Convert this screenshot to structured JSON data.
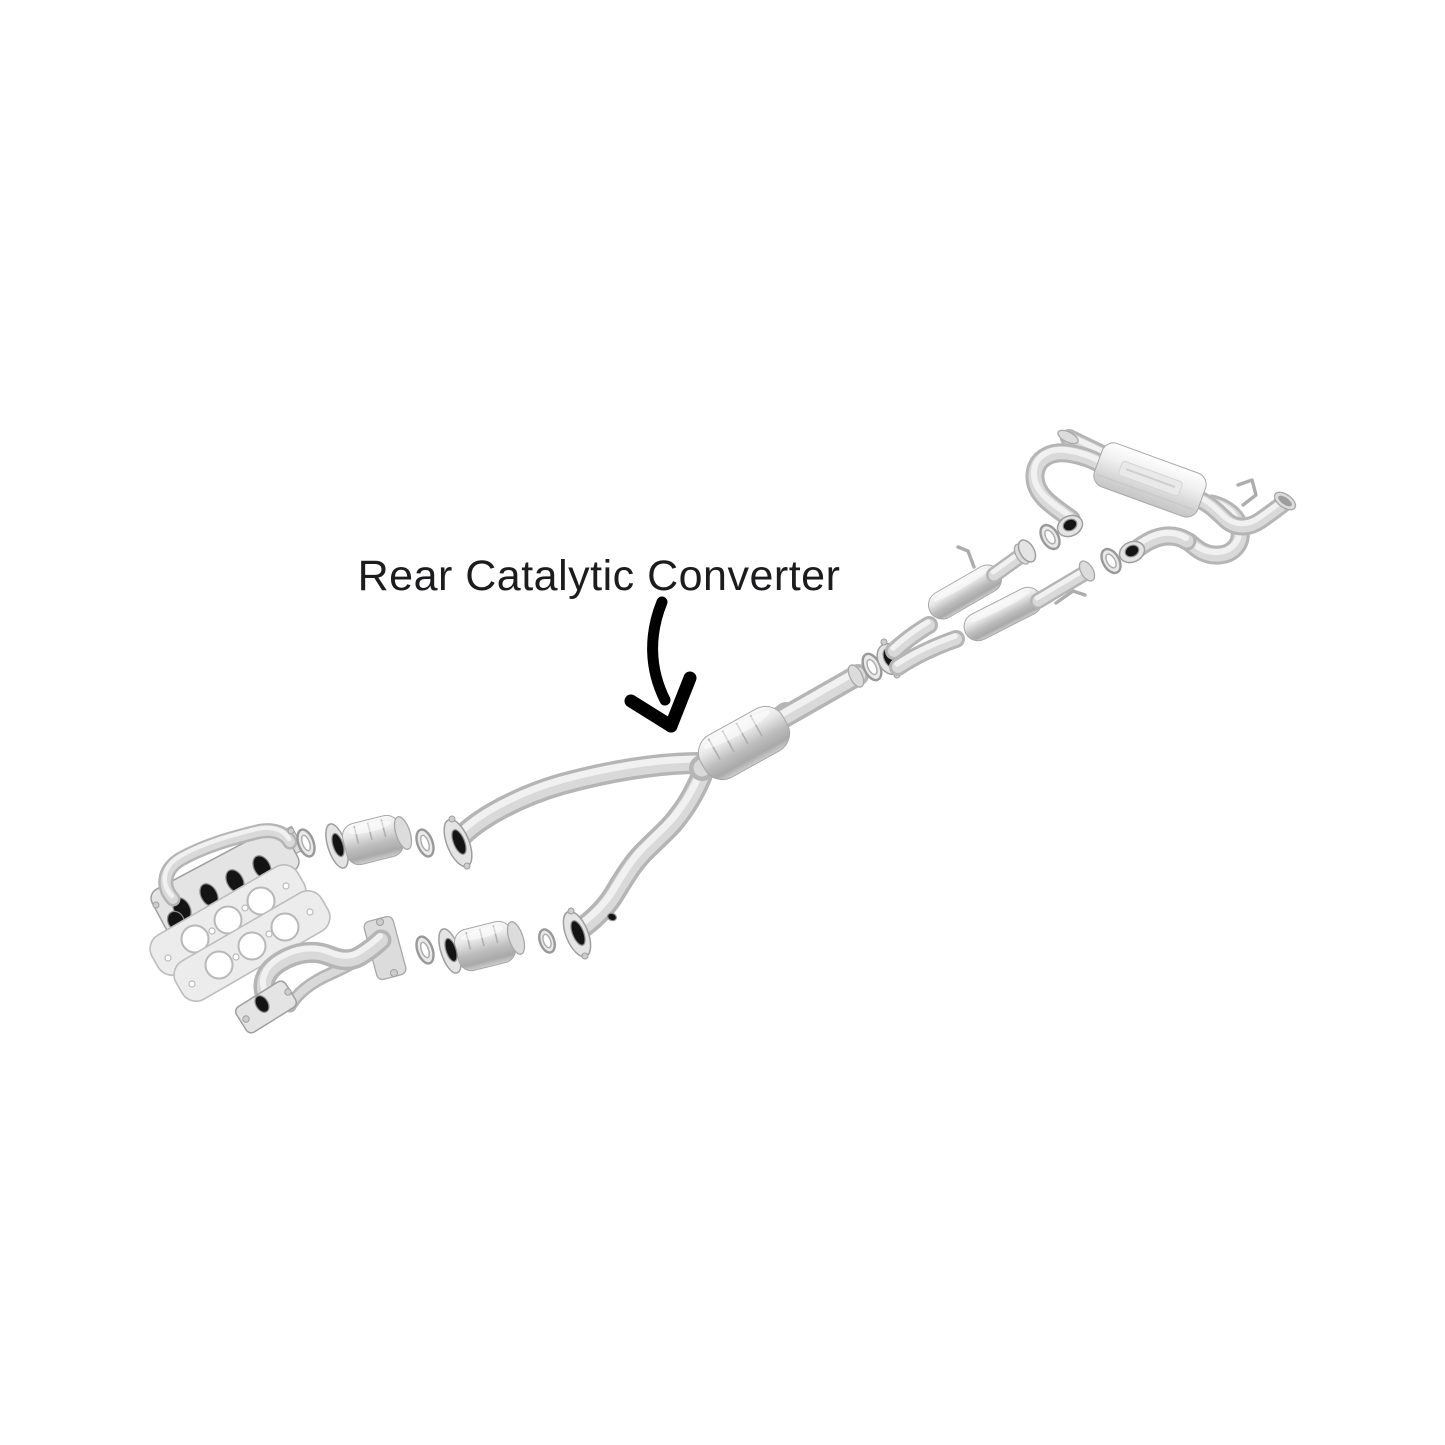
{
  "page": {
    "background_color": "#ffffff"
  },
  "annotation": {
    "label": "Rear Catalytic Converter",
    "text_color": "#1c1c1e",
    "arrow_color": "#000000"
  },
  "illustration": {
    "kind": "exploded-exhaust-system-diagram",
    "metal_colors": {
      "pipe_base": "#b5b5b5",
      "pipe_mid": "#d9d9d9",
      "pipe_highlight": "#f1f1f1",
      "flange_plate": "#e4e4e4",
      "opening": "#141414"
    },
    "parts": [
      "exhaust-manifold-upper",
      "exhaust-manifold-lower",
      "manifold-gasket-upper",
      "manifold-gasket-lower",
      "donut-gasket",
      "front-catalytic-converter-upper",
      "front-catalytic-converter-lower",
      "front-pipe-upper",
      "front-pipe-lower",
      "y-pipe",
      "rear-catalytic-converter",
      "intermediate-y-flange",
      "resonator-pipe-upper",
      "resonator-pipe-lower",
      "rear-muffler",
      "tailpipe-tip",
      "hanger-rod"
    ]
  }
}
